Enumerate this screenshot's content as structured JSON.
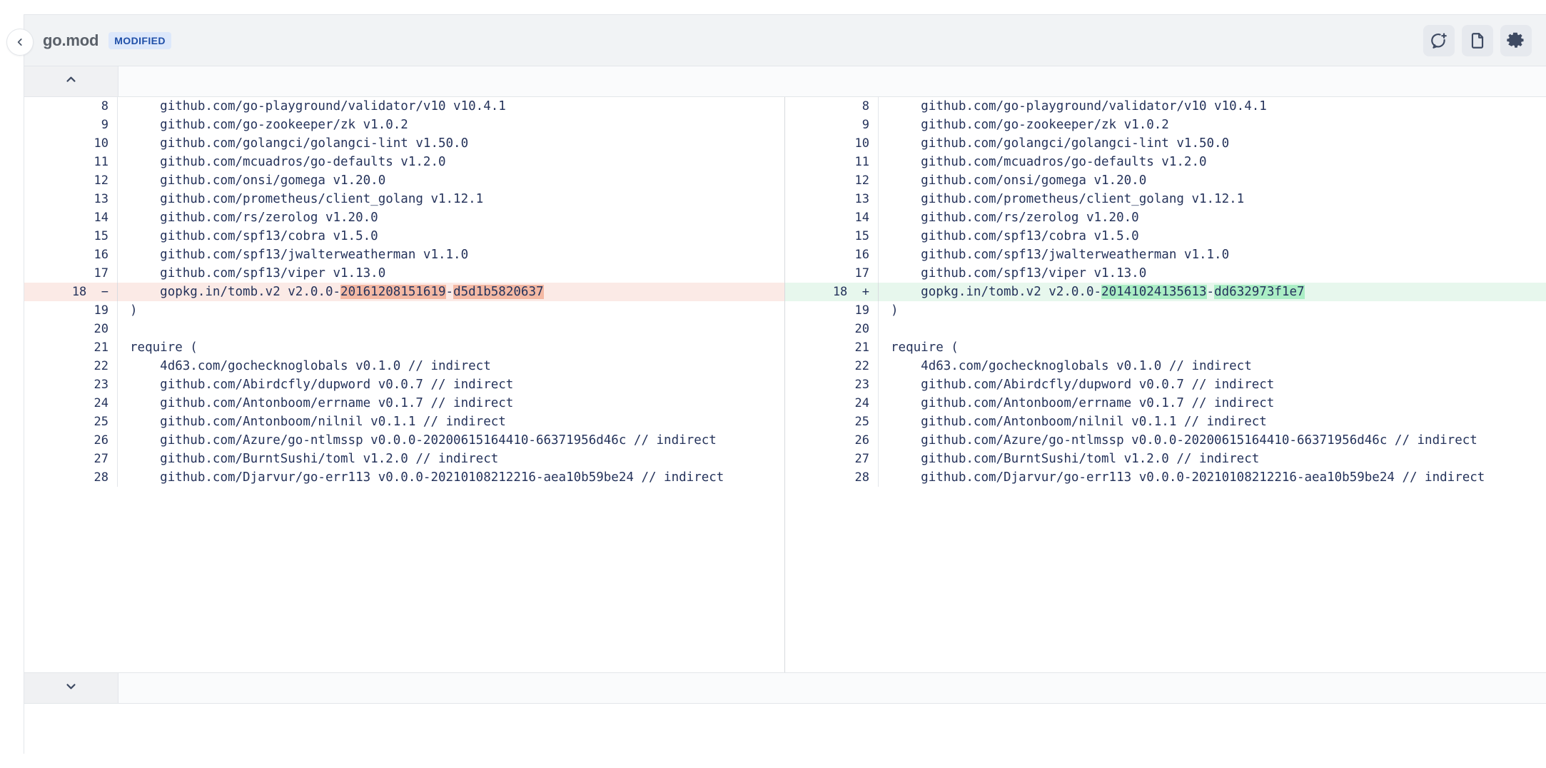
{
  "header": {
    "back_icon": "chevron-left-icon",
    "file_name": "go.mod",
    "status": "MODIFIED",
    "actions": [
      {
        "name": "add-comment-icon",
        "label": "Add comment"
      },
      {
        "name": "file-icon",
        "label": "View file"
      },
      {
        "name": "gear-icon",
        "label": "Settings"
      }
    ]
  },
  "expanders": {
    "top_icon": "chevron-up-icon",
    "bottom_icon": "chevron-down-icon"
  },
  "colors": {
    "badge_bg": "#dde8fb",
    "badge_fg": "#1f4fa8",
    "deleted_row_bg": "#fbeae6",
    "deleted_word_bg": "#f4b9a4",
    "added_row_bg": "#e7f7ed",
    "added_word_bg": "#abeec5",
    "code_fg": "#25335b",
    "header_bg": "#f1f3f5"
  },
  "diff": {
    "left": [
      {
        "num": "8",
        "marker": "",
        "type": "ctx",
        "text": "    github.com/go-playground/validator/v10 v10.4.1"
      },
      {
        "num": "9",
        "marker": "",
        "type": "ctx",
        "text": "    github.com/go-zookeeper/zk v1.0.2"
      },
      {
        "num": "10",
        "marker": "",
        "type": "ctx",
        "text": "    github.com/golangci/golangci-lint v1.50.0"
      },
      {
        "num": "11",
        "marker": "",
        "type": "ctx",
        "text": "    github.com/mcuadros/go-defaults v1.2.0"
      },
      {
        "num": "12",
        "marker": "",
        "type": "ctx",
        "text": "    github.com/onsi/gomega v1.20.0"
      },
      {
        "num": "13",
        "marker": "",
        "type": "ctx",
        "text": "    github.com/prometheus/client_golang v1.12.1"
      },
      {
        "num": "14",
        "marker": "",
        "type": "ctx",
        "text": "    github.com/rs/zerolog v1.20.0"
      },
      {
        "num": "15",
        "marker": "",
        "type": "ctx",
        "text": "    github.com/spf13/cobra v1.5.0"
      },
      {
        "num": "16",
        "marker": "",
        "type": "ctx",
        "text": "    github.com/spf13/jwalterweatherman v1.1.0"
      },
      {
        "num": "17",
        "marker": "",
        "type": "ctx",
        "text": "    github.com/spf13/viper v1.13.0"
      },
      {
        "num": "18",
        "marker": "−",
        "type": "del",
        "segments": [
          {
            "t": "    gopkg.in/tomb.v2 v2.0.0-",
            "hl": false
          },
          {
            "t": "20161208151619",
            "hl": true
          },
          {
            "t": "-",
            "hl": false
          },
          {
            "t": "d5d1b5820637",
            "hl": true
          }
        ]
      },
      {
        "num": "19",
        "marker": "",
        "type": "ctx",
        "text": ")"
      },
      {
        "num": "20",
        "marker": "",
        "type": "ctx",
        "text": ""
      },
      {
        "num": "21",
        "marker": "",
        "type": "ctx",
        "text": "require ("
      },
      {
        "num": "22",
        "marker": "",
        "type": "ctx",
        "text": "    4d63.com/gochecknoglobals v0.1.0 // indirect"
      },
      {
        "num": "23",
        "marker": "",
        "type": "ctx",
        "text": "    github.com/Abirdcfly/dupword v0.0.7 // indirect"
      },
      {
        "num": "24",
        "marker": "",
        "type": "ctx",
        "text": "    github.com/Antonboom/errname v0.1.7 // indirect"
      },
      {
        "num": "25",
        "marker": "",
        "type": "ctx",
        "text": "    github.com/Antonboom/nilnil v0.1.1 // indirect"
      },
      {
        "num": "26",
        "marker": "",
        "type": "ctx",
        "text": "    github.com/Azure/go-ntlmssp v0.0.0-20200615164410-66371956d46c // indirect"
      },
      {
        "num": "27",
        "marker": "",
        "type": "ctx",
        "text": "    github.com/BurntSushi/toml v1.2.0 // indirect"
      },
      {
        "num": "28",
        "marker": "",
        "type": "ctx",
        "text": "    github.com/Djarvur/go-err113 v0.0.0-20210108212216-aea10b59be24 // indirect"
      }
    ],
    "right": [
      {
        "num": "8",
        "marker": "",
        "type": "ctx",
        "text": "    github.com/go-playground/validator/v10 v10.4.1"
      },
      {
        "num": "9",
        "marker": "",
        "type": "ctx",
        "text": "    github.com/go-zookeeper/zk v1.0.2"
      },
      {
        "num": "10",
        "marker": "",
        "type": "ctx",
        "text": "    github.com/golangci/golangci-lint v1.50.0"
      },
      {
        "num": "11",
        "marker": "",
        "type": "ctx",
        "text": "    github.com/mcuadros/go-defaults v1.2.0"
      },
      {
        "num": "12",
        "marker": "",
        "type": "ctx",
        "text": "    github.com/onsi/gomega v1.20.0"
      },
      {
        "num": "13",
        "marker": "",
        "type": "ctx",
        "text": "    github.com/prometheus/client_golang v1.12.1"
      },
      {
        "num": "14",
        "marker": "",
        "type": "ctx",
        "text": "    github.com/rs/zerolog v1.20.0"
      },
      {
        "num": "15",
        "marker": "",
        "type": "ctx",
        "text": "    github.com/spf13/cobra v1.5.0"
      },
      {
        "num": "16",
        "marker": "",
        "type": "ctx",
        "text": "    github.com/spf13/jwalterweatherman v1.1.0"
      },
      {
        "num": "17",
        "marker": "",
        "type": "ctx",
        "text": "    github.com/spf13/viper v1.13.0"
      },
      {
        "num": "18",
        "marker": "+",
        "type": "add",
        "segments": [
          {
            "t": "    gopkg.in/tomb.v2 v2.0.0-",
            "hl": false
          },
          {
            "t": "20141024135613",
            "hl": true
          },
          {
            "t": "-",
            "hl": false
          },
          {
            "t": "dd632973f1e7",
            "hl": true
          }
        ]
      },
      {
        "num": "19",
        "marker": "",
        "type": "ctx",
        "text": ")"
      },
      {
        "num": "20",
        "marker": "",
        "type": "ctx",
        "text": ""
      },
      {
        "num": "21",
        "marker": "",
        "type": "ctx",
        "text": "require ("
      },
      {
        "num": "22",
        "marker": "",
        "type": "ctx",
        "text": "    4d63.com/gochecknoglobals v0.1.0 // indirect"
      },
      {
        "num": "23",
        "marker": "",
        "type": "ctx",
        "text": "    github.com/Abirdcfly/dupword v0.0.7 // indirect"
      },
      {
        "num": "24",
        "marker": "",
        "type": "ctx",
        "text": "    github.com/Antonboom/errname v0.1.7 // indirect"
      },
      {
        "num": "25",
        "marker": "",
        "type": "ctx",
        "text": "    github.com/Antonboom/nilnil v0.1.1 // indirect"
      },
      {
        "num": "26",
        "marker": "",
        "type": "ctx",
        "text": "    github.com/Azure/go-ntlmssp v0.0.0-20200615164410-66371956d46c // indirect"
      },
      {
        "num": "27",
        "marker": "",
        "type": "ctx",
        "text": "    github.com/BurntSushi/toml v1.2.0 // indirect"
      },
      {
        "num": "28",
        "marker": "",
        "type": "ctx",
        "text": "    github.com/Djarvur/go-err113 v0.0.0-20210108212216-aea10b59be24 // indirect"
      }
    ]
  }
}
